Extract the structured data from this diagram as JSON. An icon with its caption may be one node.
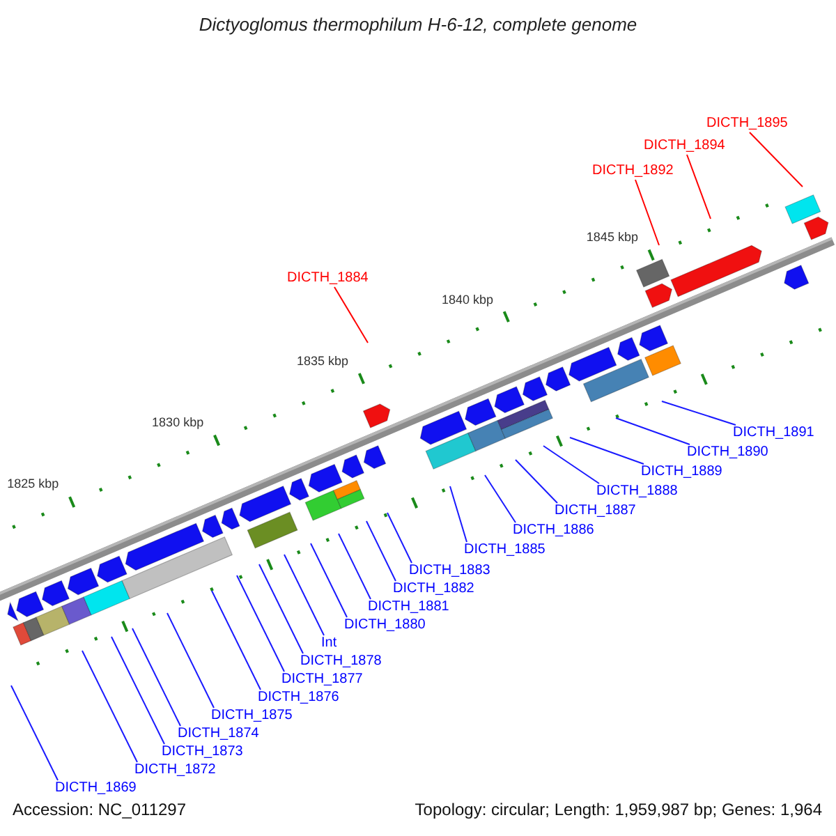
{
  "diagram": {
    "title": "Dictyoglomus thermophilum H-6-12, complete genome",
    "nodes": [
      {
        "text": [
          "DICTH_1869"
        ]
      },
      {
        "text": [
          "DICTH_1872"
        ]
      },
      {
        "text": [
          "DICTH_1873"
        ]
      },
      {
        "text": [
          "DICTH_1874"
        ]
      },
      {
        "text": [
          "DICTH_1875"
        ]
      },
      {
        "text": [
          "DICTH_1876"
        ]
      },
      {
        "text": [
          "DICTH_1877"
        ]
      },
      {
        "text": [
          "DICTH_1878"
        ]
      },
      {
        "text": [
          "Int"
        ]
      },
      {
        "text": [
          "DICTH_1880"
        ]
      },
      {
        "text": [
          "DICTH_1881"
        ]
      },
      {
        "text": [
          "DICTH_1882"
        ]
      },
      {
        "text": [
          "DICTH_1883"
        ]
      },
      {
        "text": [
          "DICTH_1884"
        ]
      },
      {
        "text": [
          "DICTH_1885"
        ]
      },
      {
        "text": [
          "DICTH_1886"
        ]
      },
      {
        "text": [
          "DICTH_1887"
        ]
      },
      {
        "text": [
          "DICTH_1888"
        ]
      },
      {
        "text": [
          "DICTH_1889"
        ]
      },
      {
        "text": [
          "DICTH_1890"
        ]
      },
      {
        "text": [
          "DICTH_1891"
        ]
      },
      {
        "text": [
          "DICTH_1892"
        ]
      },
      {
        "text": [
          "DICTH_1894"
        ]
      },
      {
        "text": [
          "DICTH_1895"
        ]
      }
    ],
    "edges": [
      {
        "from": 0,
        "to": null,
        "arrow": "none"
      },
      {
        "from": 1,
        "to": null,
        "arrow": "none"
      },
      {
        "from": 2,
        "to": null,
        "arrow": "none"
      },
      {
        "from": 3,
        "to": null,
        "arrow": "none"
      },
      {
        "from": 4,
        "to": null,
        "arrow": "none"
      },
      {
        "from": 5,
        "to": null,
        "arrow": "none"
      },
      {
        "from": 6,
        "to": null,
        "arrow": "none"
      },
      {
        "from": 7,
        "to": null,
        "arrow": "none"
      },
      {
        "from": 8,
        "to": null,
        "arrow": "none"
      },
      {
        "from": 9,
        "to": null,
        "arrow": "none"
      },
      {
        "from": 10,
        "to": null,
        "arrow": "none"
      },
      {
        "from": 11,
        "to": null,
        "arrow": "none"
      },
      {
        "from": 12,
        "to": null,
        "arrow": "none"
      },
      {
        "from": 13,
        "to": null,
        "arrow": "none",
        "color": "#ff0000"
      },
      {
        "from": 14,
        "to": null,
        "arrow": "none"
      },
      {
        "from": 15,
        "to": null,
        "arrow": "none"
      },
      {
        "from": 16,
        "to": null,
        "arrow": "none"
      },
      {
        "from": 17,
        "to": null,
        "arrow": "none"
      },
      {
        "from": 18,
        "to": null,
        "arrow": "none"
      },
      {
        "from": 19,
        "to": null,
        "arrow": "none"
      },
      {
        "from": 20,
        "to": null,
        "arrow": "none"
      },
      {
        "from": 21,
        "to": null,
        "arrow": "none",
        "color": "#ff0000"
      },
      {
        "from": 22,
        "to": null,
        "arrow": "none",
        "color": "#ff0000"
      },
      {
        "from": 23,
        "to": null,
        "arrow": "none",
        "color": "#ff0000"
      }
    ],
    "labels": [
      "1845 kbp",
      "1840 kbp",
      "1835 kbp",
      "1830 kbp",
      "1825 kbp",
      "Accession: NC_011297",
      "Topology: circular; Length: 1,959,987 bp; Genes: 1,964"
    ]
  }
}
